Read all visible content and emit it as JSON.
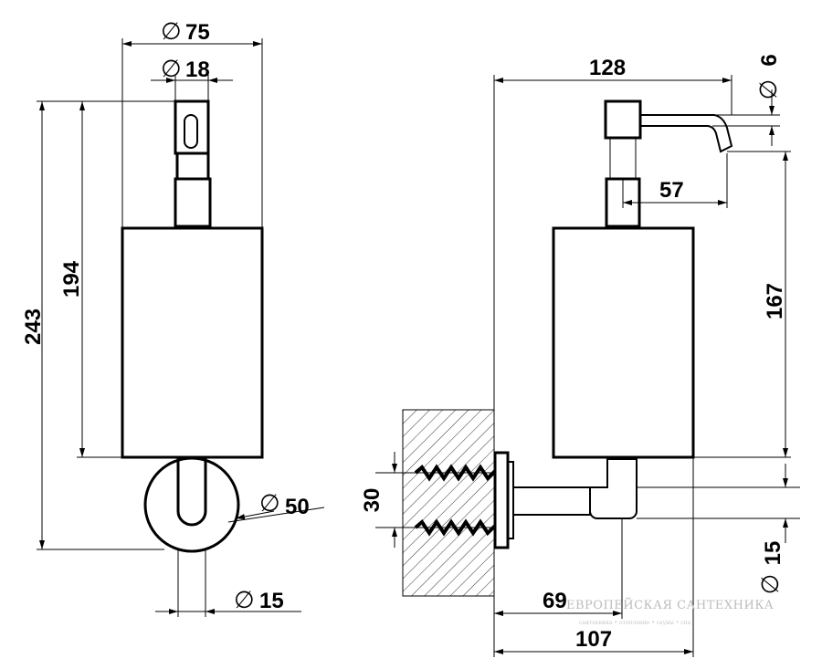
{
  "front_view": {
    "dims": {
      "body_diameter": "75",
      "pump_diameter": "18",
      "overall_height": "243",
      "body_height": "194",
      "flange_diameter": "50",
      "rod_diameter": "15"
    }
  },
  "side_view": {
    "dims": {
      "total_depth": "128",
      "spout_diameter": "6",
      "spout_reach": "57",
      "body_to_bracket": "167",
      "screw_spacing": "30",
      "arm_diameter": "15",
      "wall_to_arm": "69",
      "wall_to_body": "107"
    }
  },
  "symbols": {
    "diameter": "∅"
  },
  "watermark": {
    "title": "ЕВРОПЕЙСКАЯ САНТЕХНИКА",
    "subtitle": "сантехника • отопление • сауны • спа"
  }
}
